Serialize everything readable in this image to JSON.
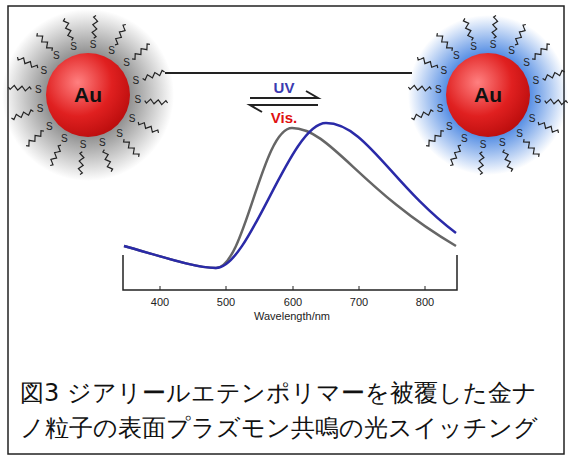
{
  "diagram": {
    "caption": "図3 ジアリールエテンポリマーを被覆した金ナノ粒子の表面プラズモン共鳴の光スイッチング",
    "nodes": [
      {
        "text": [
          "Au"
        ]
      },
      {
        "text": [
          "Au"
        ]
      }
    ],
    "labels": [
      "UV",
      "Vis.",
      "400",
      "500",
      "600",
      "700",
      "800",
      "Wavelength/nm",
      "S",
      "S",
      "S",
      "S",
      "S",
      "S",
      "S",
      "S",
      "S",
      "S",
      "S",
      "S",
      "S",
      "S",
      "S",
      "S",
      "S",
      "S",
      "S",
      "S",
      "S",
      "S",
      "S",
      "S",
      "S",
      "S",
      "S",
      "S",
      "S",
      "S",
      "S",
      "S"
    ]
  }
}
